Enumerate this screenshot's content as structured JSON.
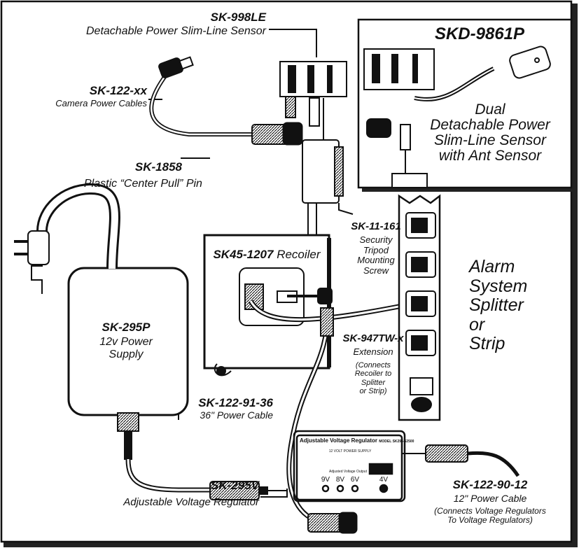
{
  "labels": {
    "sk998le": {
      "code": "SK-998LE",
      "desc": "Detachable Power Slim-Line Sensor"
    },
    "skd9861p": {
      "code": "SKD-9861P",
      "desc_lines": [
        "Dual",
        "Detachable Power",
        "Slim-Line Sensor",
        "with Ant Sensor"
      ]
    },
    "sk122xx": {
      "code": "SK-122-xx",
      "desc": "Camera Power Cables"
    },
    "sk1858": {
      "code": "SK-1858",
      "desc": "Plastic “Center Pull” Pin"
    },
    "sk11161": {
      "code": "SK-11-161",
      "desc_lines": [
        "Security",
        "Tripod",
        "Mounting",
        "Screw"
      ]
    },
    "sk451207": {
      "code": "SK45-1207",
      "desc": "Recoiler"
    },
    "alarm": {
      "lines": [
        "Alarm",
        "System",
        "Splitter",
        "or",
        "Strip"
      ]
    },
    "sk295p": {
      "code": "SK-295P",
      "desc_lines": [
        "12v Power",
        "Supply"
      ]
    },
    "sk947twx": {
      "code": "SK-947TW-x",
      "desc": "Extension",
      "note_lines": [
        "(Connects",
        "Recoiler to",
        "Splitter",
        "or Strip)"
      ]
    },
    "sk1229136": {
      "code": "SK-122-91-36",
      "desc": "36\" Power Cable"
    },
    "sk295v": {
      "code": "SK-295V",
      "desc": "Adjustable Voltage Regulator"
    },
    "sk1229012": {
      "code": "SK-122-90-12",
      "desc": "12\" Power Cable",
      "note_lines": [
        "(Connects Voltage Regulators",
        "To Voltage Regulators)"
      ]
    }
  },
  "regulator_panel": {
    "title": "Adjustable Voltage Regulator",
    "model": "MODEL SK295-62500",
    "supply": "12 VOLT POWER SUPPLY",
    "output": "Adjusted Voltage Output",
    "voltages": [
      "9V",
      "8V",
      "6V",
      "4V"
    ]
  }
}
